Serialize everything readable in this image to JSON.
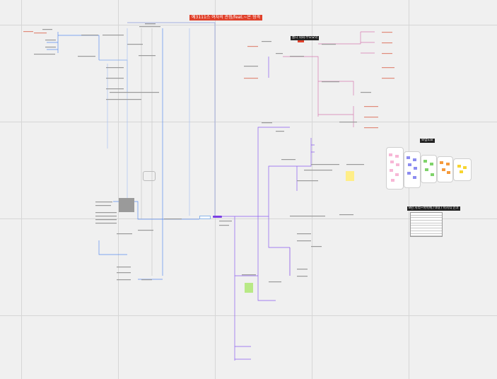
{
  "canvas": {
    "title": "예3111스 여자의 관점/feat.~온 형격",
    "label_right_top": "롬니 의회-부모요약",
    "label_right_mid": "보업도표",
    "label_right_table": "8년 시리~아이에 / 0대 / 미시식 인코",
    "background_color": "#f0f0f0",
    "title_color": "#e0402a",
    "accent_color": "#7b3fe4",
    "branch_blue": "#5b8def",
    "branch_purple": "#8a5cf0",
    "branch_pink": "#d67bb0",
    "note_red": "#e0402a"
  },
  "stickies": {
    "pink": "#f7b7d6",
    "blue": "#8c8cf0",
    "green": "#7fd36b",
    "orange": "#f59a3c",
    "yellow": "#f7d530"
  },
  "icons": [
    "mind-map-node-icon",
    "sticky-note-icon"
  ]
}
